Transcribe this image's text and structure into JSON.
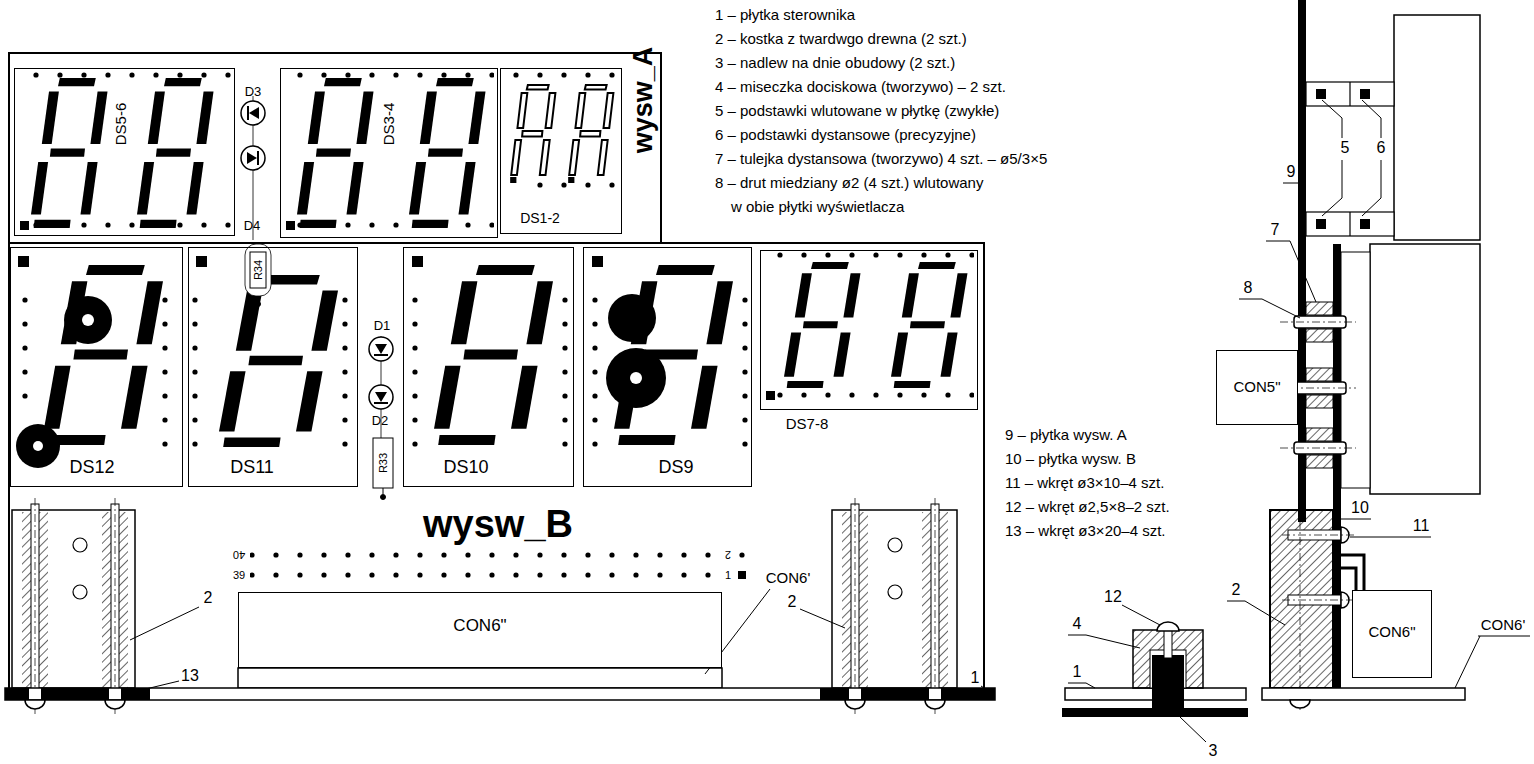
{
  "diagram": {
    "nodes": [
      {
        "text": [
          "wysw_A"
        ]
      },
      {
        "text": [
          "DS5-6"
        ],
        "in": 0
      },
      {
        "text": [
          "DS3-4"
        ],
        "in": 0
      },
      {
        "text": [
          "DS1-2"
        ],
        "in": 0
      },
      {
        "text": [
          "wysw_B"
        ]
      },
      {
        "text": [
          "DS12"
        ],
        "in": 4
      },
      {
        "text": [
          "DS11"
        ],
        "in": 4
      },
      {
        "text": [
          "DS10"
        ],
        "in": 4
      },
      {
        "text": [
          "DS9"
        ],
        "in": 4
      },
      {
        "text": [
          "DS7-8"
        ],
        "in": 4
      },
      {
        "text": [
          "CON6\""
        ],
        "in": 4
      },
      {
        "text": [
          "CON5\""
        ]
      },
      {
        "text": [
          "CON6\""
        ]
      }
    ],
    "labels": [
      "1 – płytka sterownika",
      "2 – kostka z twardwgo drewna (2 szt.)",
      "3 – nadlew na dnie obudowy (2 szt.)",
      "4 – miseczka dociskowa (tworzywo) – 2 szt.",
      "5 – podstawki wlutowane w płytkę (zwykłe)",
      "6 – podstawki dystansowe (precyzyjne)",
      "7 – tulejka dystansowa (tworzywo) 4 szt. – ø5/3×5",
      "8 – drut miedziany ø2 (4 szt.) wlutowany w obie płytki wyświetlacza",
      "D3",
      "D4",
      "R34",
      "D1",
      "D2",
      "R33",
      "40",
      "2",
      "39",
      "1",
      "CON6'",
      "2",
      "2",
      "13",
      "1",
      "5",
      "6",
      "9",
      "7",
      "8",
      "9 – płytka wysw. A",
      "10 – płytka wysw. B",
      "11 – wkręt ø3×10–4 szt.",
      "12 – wkręt ø2,5×8–2 szt.",
      "13 – wkręt ø3×20–4 szt.",
      "10",
      "11",
      "12",
      "2",
      "4",
      "CON6'",
      "1",
      "3"
    ]
  }
}
